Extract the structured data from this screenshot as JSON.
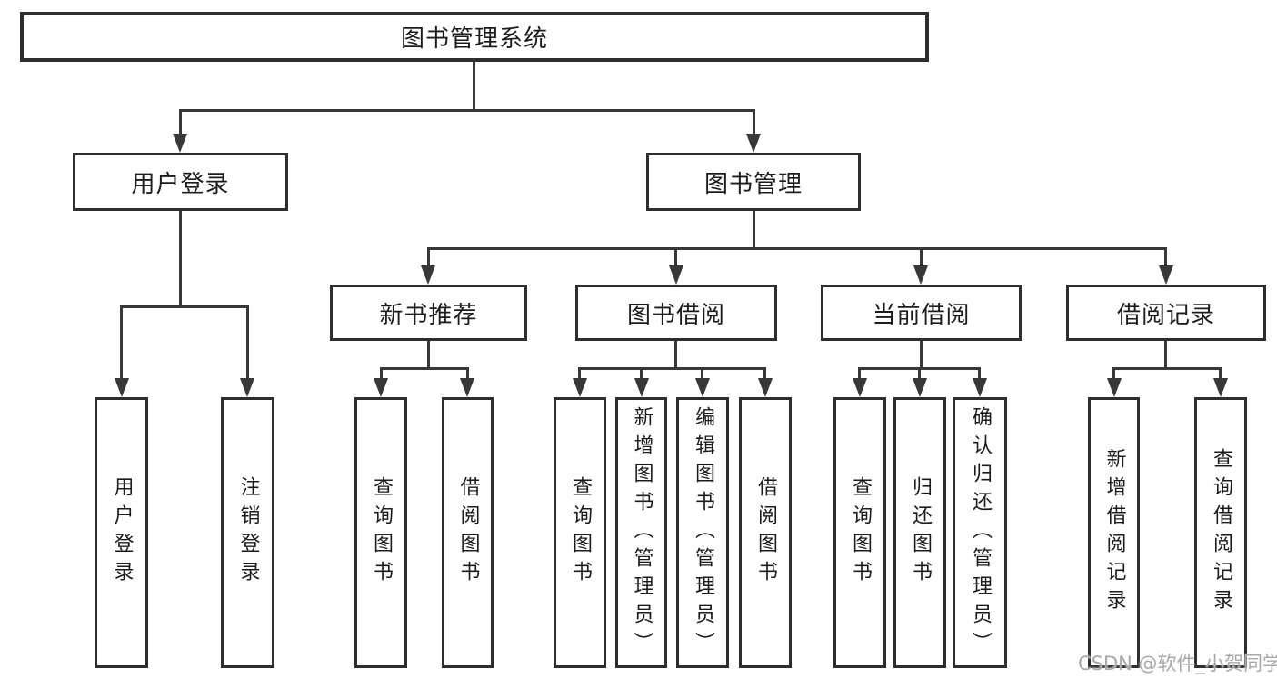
{
  "diagram_type": "hierarchy-tree",
  "colors": {
    "background": "#ffffff",
    "line": "#383838",
    "box_border": "#2e2e2e",
    "text": "#1c1c1c",
    "watermark": "#a8a8a8"
  },
  "hierarchy": {
    "root": "图书管理系统",
    "children": [
      {
        "label": "用户登录",
        "children": [
          "用户登录",
          "注销登录"
        ]
      },
      {
        "label": "图书管理",
        "children": [
          {
            "label": "新书推荐",
            "children": [
              "查询图书",
              "借阅图书"
            ]
          },
          {
            "label": "图书借阅",
            "children": [
              "查询图书",
              "新增图书（管理员）",
              "编辑图书（管理员）",
              "借阅图书"
            ]
          },
          {
            "label": "当前借阅",
            "children": [
              "查询图书",
              "归还图书",
              "确认归还（管理员）"
            ]
          },
          {
            "label": "借阅记录",
            "children": [
              "新增借阅记录",
              "查询借阅记录"
            ]
          }
        ]
      }
    ]
  },
  "watermark": {
    "text": "CSDN @软件_小贺同学"
  }
}
